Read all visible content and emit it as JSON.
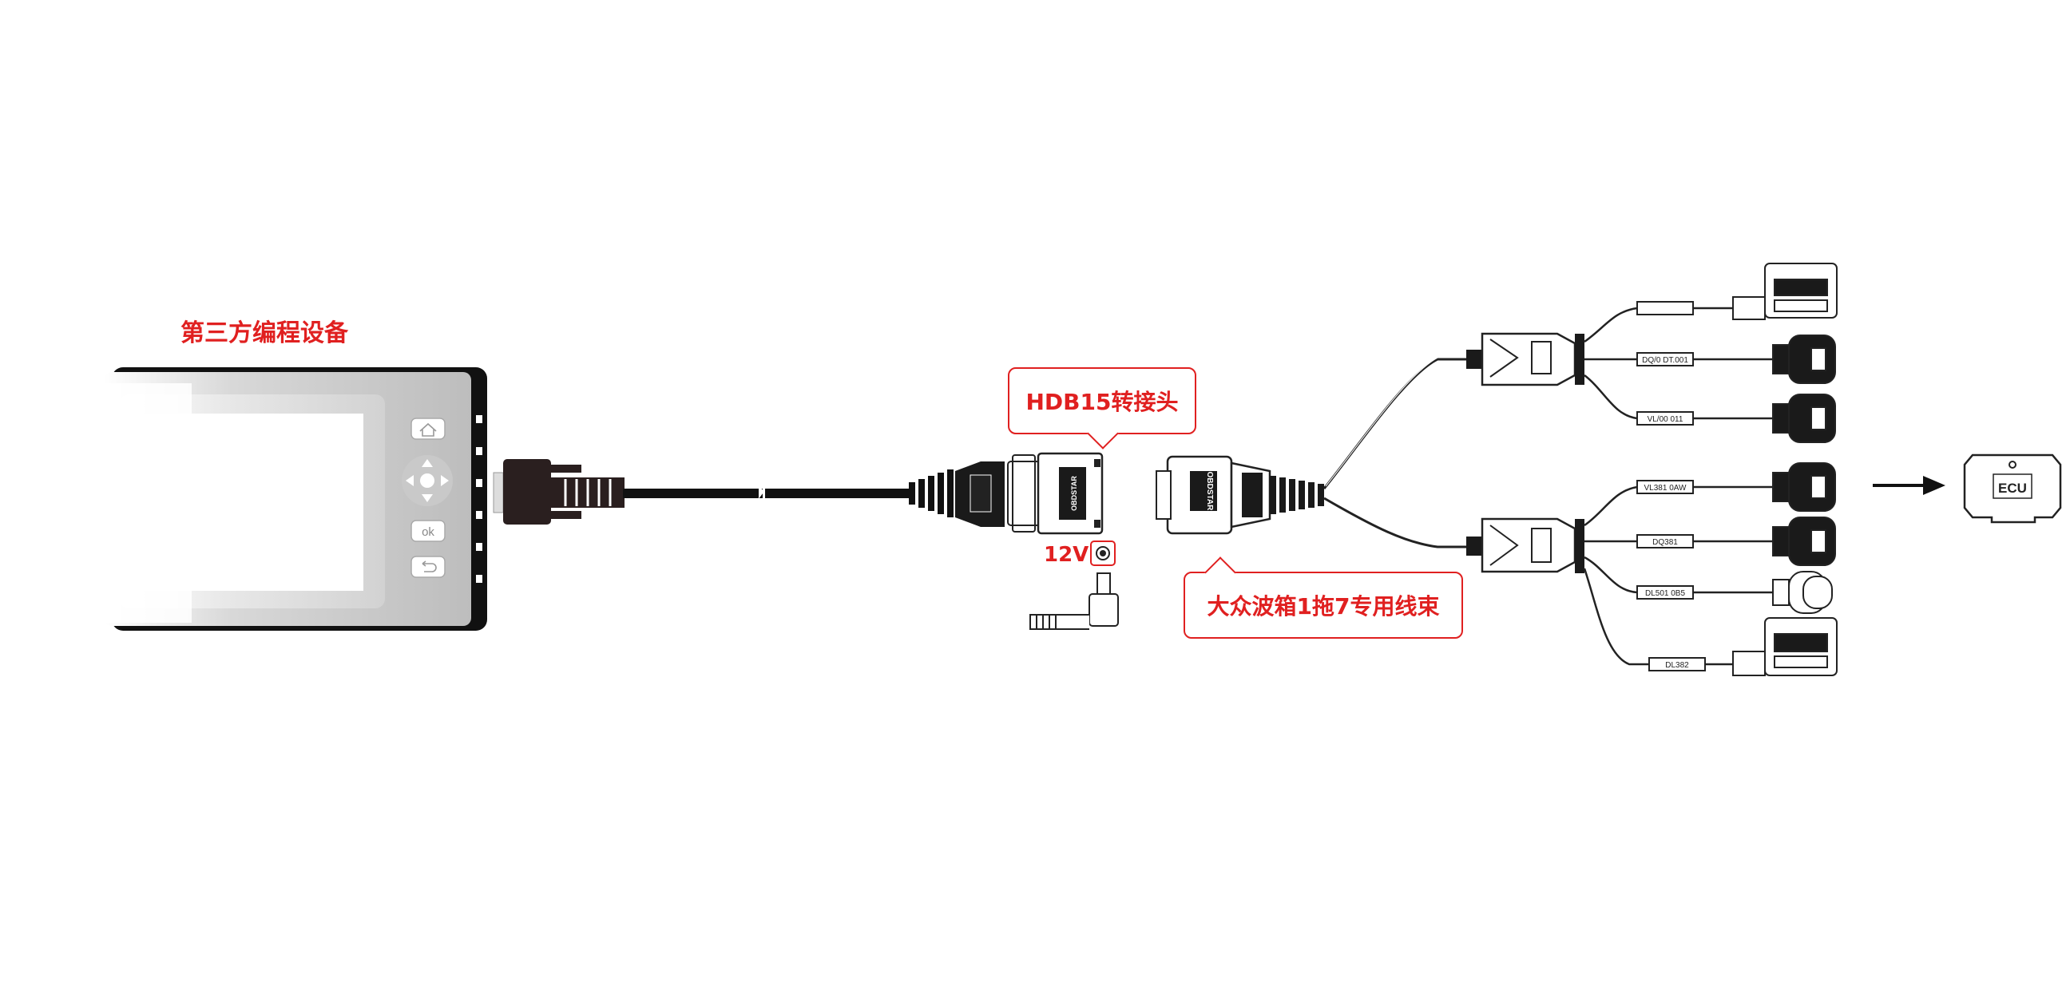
{
  "labels": {
    "device": "第三方编程设备",
    "adapter": "HDB15转接头",
    "power": "12V",
    "harness": "大众波箱1拖7专用线束"
  },
  "device_buttons": {
    "home_icon": "home-icon",
    "ok": "ok",
    "back_icon": "back-icon"
  },
  "adapter_brand": "OBDSTAR",
  "connector_brand": "OBDSTAR",
  "branches": {
    "upper": [
      "",
      "DQ/0 DT.001",
      "VL/00 011"
    ],
    "lower": [
      "VL381 0AW",
      "DQ381",
      "DL501 0B5",
      "DL382"
    ]
  },
  "target": "ECU",
  "colors": {
    "accent": "#e02020",
    "ink": "#1a1a1a",
    "device_body": "#d9d9d9"
  }
}
